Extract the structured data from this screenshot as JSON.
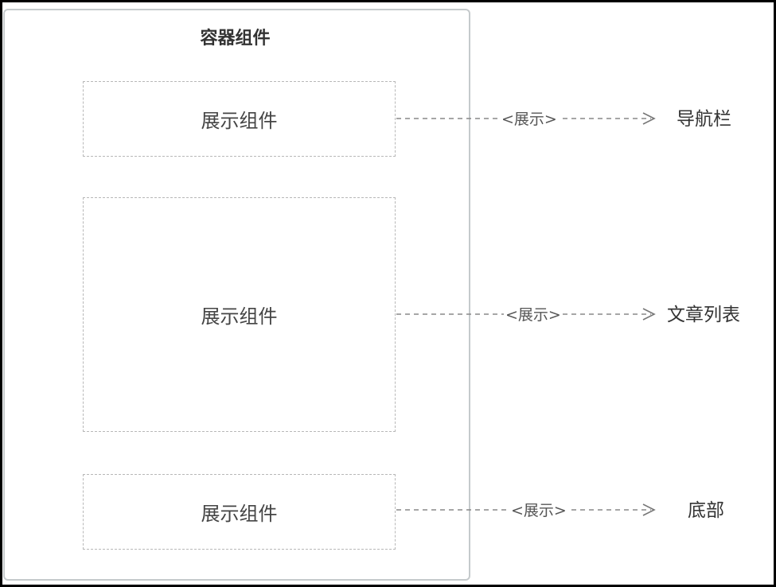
{
  "diagram": {
    "container": {
      "title": "容器组件"
    },
    "rows": [
      {
        "component_label": "展示组件",
        "relation_label": "<展示>",
        "target_label": "导航栏"
      },
      {
        "component_label": "展示组件",
        "relation_label": "<展示>",
        "target_label": "文章列表"
      },
      {
        "component_label": "展示组件",
        "relation_label": "<展示>",
        "target_label": "底部"
      }
    ],
    "colors": {
      "frame": "#000000",
      "container_border": "#c5cacc",
      "dashed_border": "#b8b8b8",
      "text": "#444444"
    }
  }
}
